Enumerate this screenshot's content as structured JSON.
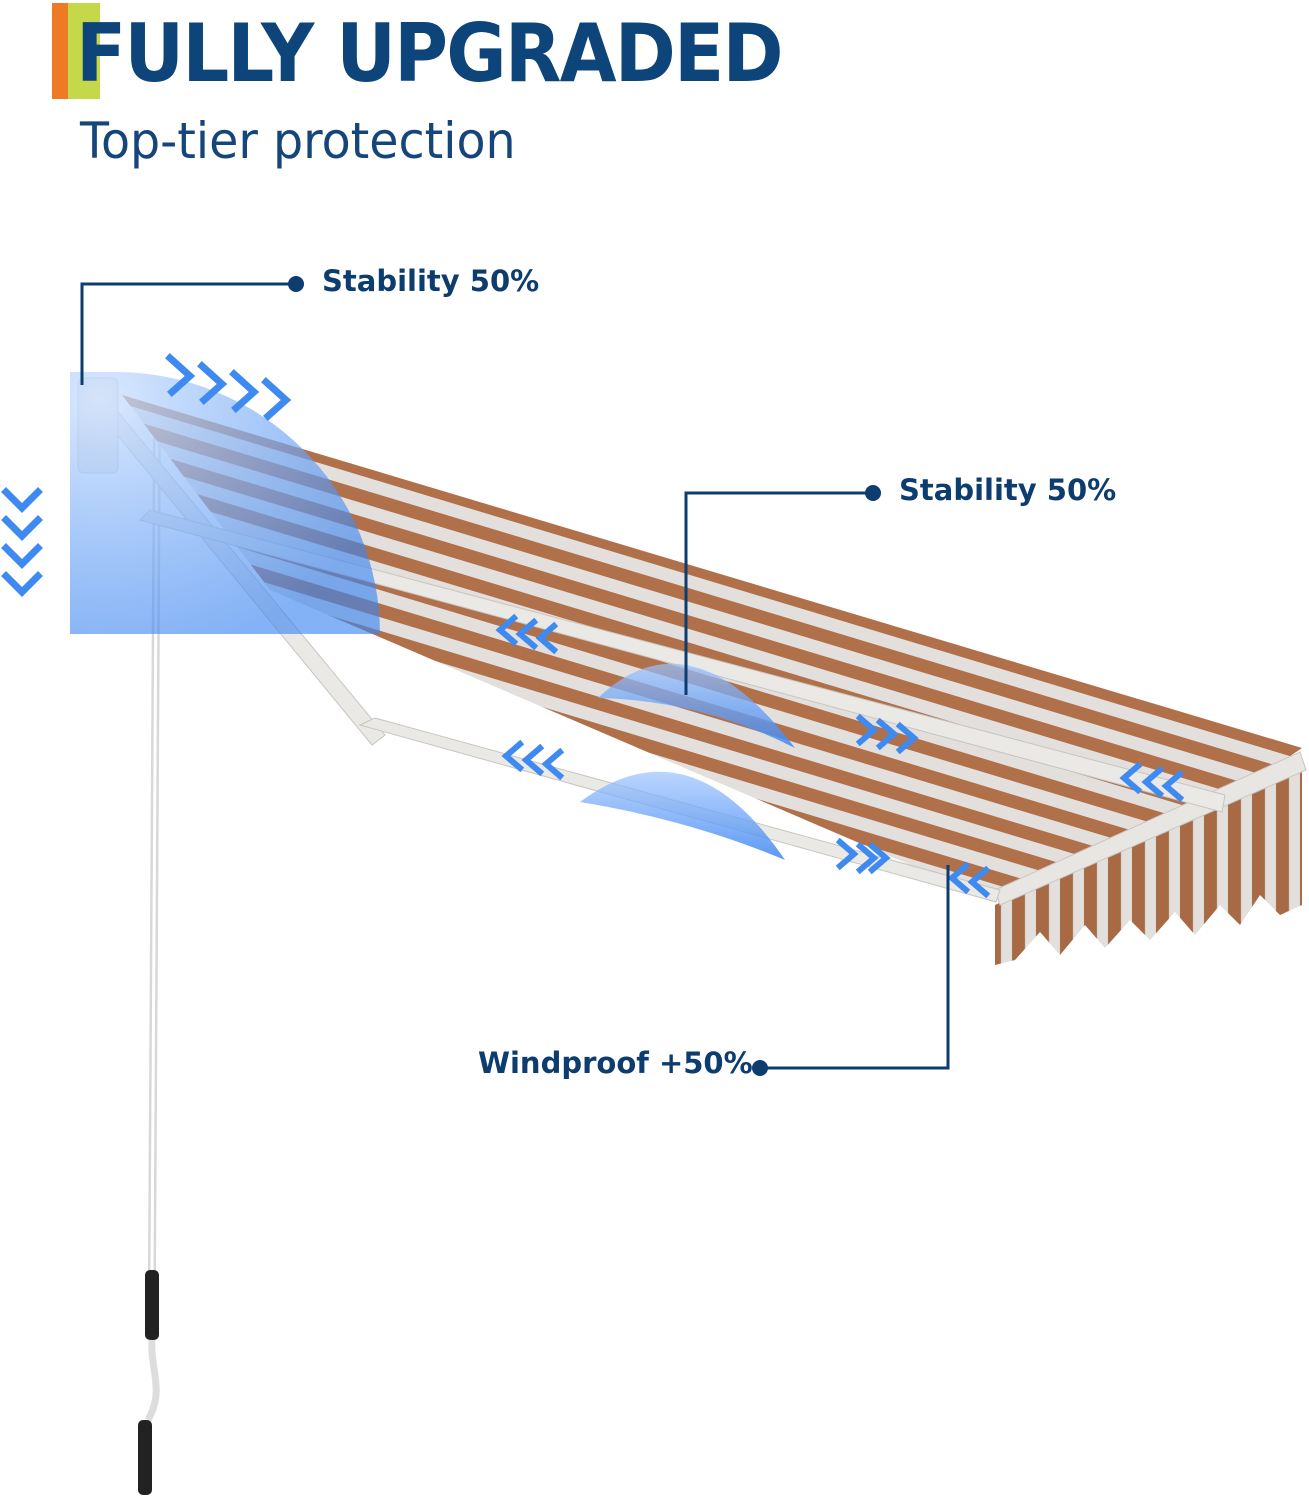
{
  "header": {
    "title": "FULLY UPGRADED",
    "subtitle": "Top-tier protection"
  },
  "callouts": [
    {
      "label": "Stability 50%"
    },
    {
      "label": "Stability 50%"
    },
    {
      "label": "Windproof +50%"
    }
  ],
  "colors": {
    "navy": "#0d3c6e",
    "accent_orange": "#ee7a24",
    "accent_green": "#c5d84a",
    "stripe_brown": "#b0704a",
    "stripe_light": "#e2dfdc",
    "highlight_blue": "#4a8ff0"
  }
}
